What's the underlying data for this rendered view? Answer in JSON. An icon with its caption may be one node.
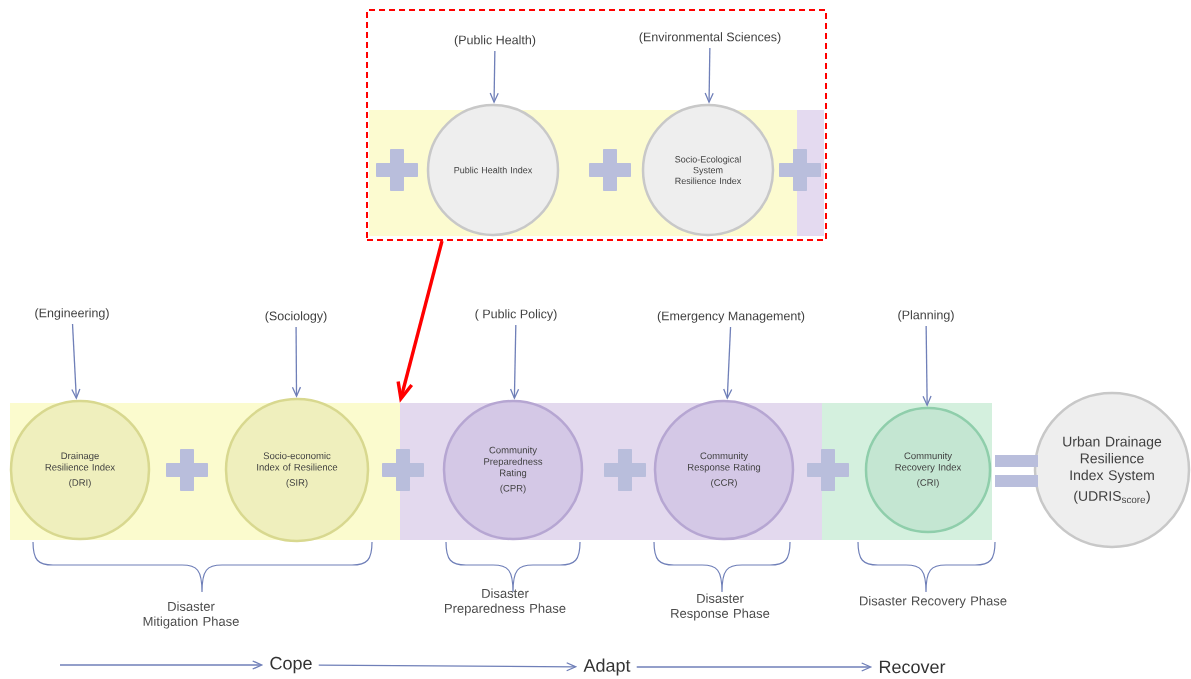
{
  "diagram": {
    "nodes": [
      {
        "text": [],
        "shape": "box"
      },
      {
        "text": [
          "(Public Health)"
        ],
        "in": 0
      },
      {
        "text": [
          "(Environmental Sciences)"
        ],
        "in": 0
      },
      {
        "text": [],
        "shape": "box",
        "in": 0
      },
      {
        "text": [],
        "shape": "box",
        "in": 0
      },
      {
        "text": [
          "Public Health Index"
        ],
        "in": 3
      },
      {
        "text": [
          "Socio-Ecological System Resilience Index"
        ],
        "in": 3
      },
      {
        "text": [
          "(Engineering)"
        ]
      },
      {
        "text": [
          "(Sociology)"
        ]
      },
      {
        "text": [
          "( Public Policy)"
        ]
      },
      {
        "text": [
          "(Emergency Management)"
        ]
      },
      {
        "text": [
          "(Planning)"
        ]
      },
      {
        "text": [],
        "shape": "box"
      },
      {
        "text": [
          "Drainage Resilience Index",
          "(DRI)"
        ],
        "in": 12
      },
      {
        "text": [
          "Socio-economic Index of Resilience",
          "(SIR)"
        ],
        "in": 12
      },
      {
        "text": [],
        "shape": "box"
      },
      {
        "text": [
          "Community Preparedness Rating",
          "(CPR)"
        ],
        "in": 15
      },
      {
        "text": [
          "Community Response Rating",
          "(CCR)"
        ],
        "in": 15
      },
      {
        "text": [],
        "shape": "box"
      },
      {
        "text": [
          "Community Recovery Index",
          "(CRI)"
        ],
        "in": 18
      },
      {
        "text": [
          "Urban Drainage Resilience Index System",
          "(UDRIS$_{score}$)"
        ]
      },
      {
        "text": [
          "Cope"
        ]
      },
      {
        "text": [
          "Adapt"
        ]
      },
      {
        "text": [
          "Recover"
        ]
      }
    ],
    "edges": [
      {
        "from": 0,
        "to": 15,
        "arrow": "to",
        "style": "thick",
        "color": "#ff0000"
      },
      {
        "from": 1,
        "to": 5,
        "arrow": "to"
      },
      {
        "from": 2,
        "to": 6,
        "arrow": "to"
      },
      {
        "from": 7,
        "to": 13,
        "arrow": "to"
      },
      {
        "from": 8,
        "to": 14,
        "arrow": "to"
      },
      {
        "from": 9,
        "to": 16,
        "arrow": "to"
      },
      {
        "from": 10,
        "to": 17,
        "arrow": "to"
      },
      {
        "from": 11,
        "to": 19,
        "arrow": "to"
      },
      {
        "from": null,
        "to": 21,
        "arrow": "to"
      },
      {
        "from": 21,
        "to": 22,
        "arrow": "to"
      },
      {
        "from": 22,
        "to": 23,
        "arrow": "to"
      }
    ],
    "labels": [
      "Disaster Mitigation Phase",
      "Disaster Preparedness Phase",
      "Disaster Response Phase",
      "Disaster Recovery Phase"
    ]
  }
}
